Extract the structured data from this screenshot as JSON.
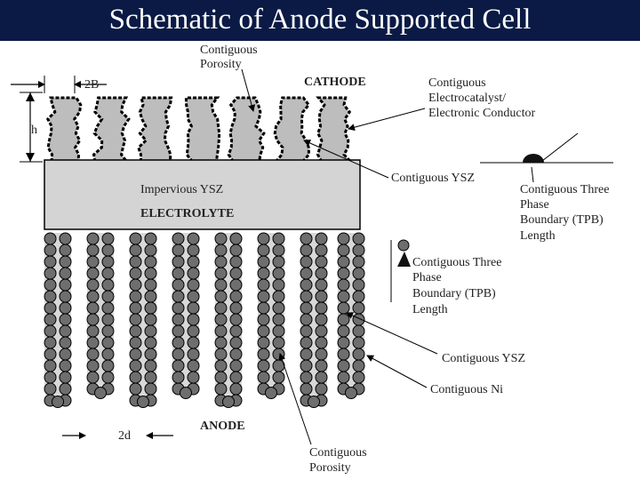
{
  "title": "Schematic of Anode Supported Cell",
  "colors": {
    "title_bar": "#0a1a45",
    "electrolyte": "#d4d4d4",
    "cathode": "#bdbdbd",
    "particle": "#6e6e6e",
    "pore": "#d8d8d8"
  },
  "labels": {
    "top_porosity": [
      "Contiguous",
      "Porosity"
    ],
    "cathode": "CATHODE",
    "electrocatalyst": [
      "Contiguous",
      "Electrocatalyst/",
      "Electronic Conductor"
    ],
    "contiguous_ysz_top": "Contiguous YSZ",
    "tpb_right": [
      "Contiguous Three",
      "Phase",
      "Boundary (TPB)",
      "Length"
    ],
    "dim_2b": "2B",
    "dim_h": "h",
    "electrolyte_line1": "Impervious YSZ",
    "electrolyte_line2": "ELECTROLYTE",
    "tpb_mid": [
      "Contiguous Three",
      "Phase",
      "Boundary (TPB)",
      "Length"
    ],
    "contiguous_ysz_bottom": "Contiguous YSZ",
    "contiguous_ni": "Contiguous Ni",
    "dim_2d": "2d",
    "anode": "ANODE",
    "bottom_porosity": [
      "Contiguous",
      "Porosity"
    ]
  }
}
